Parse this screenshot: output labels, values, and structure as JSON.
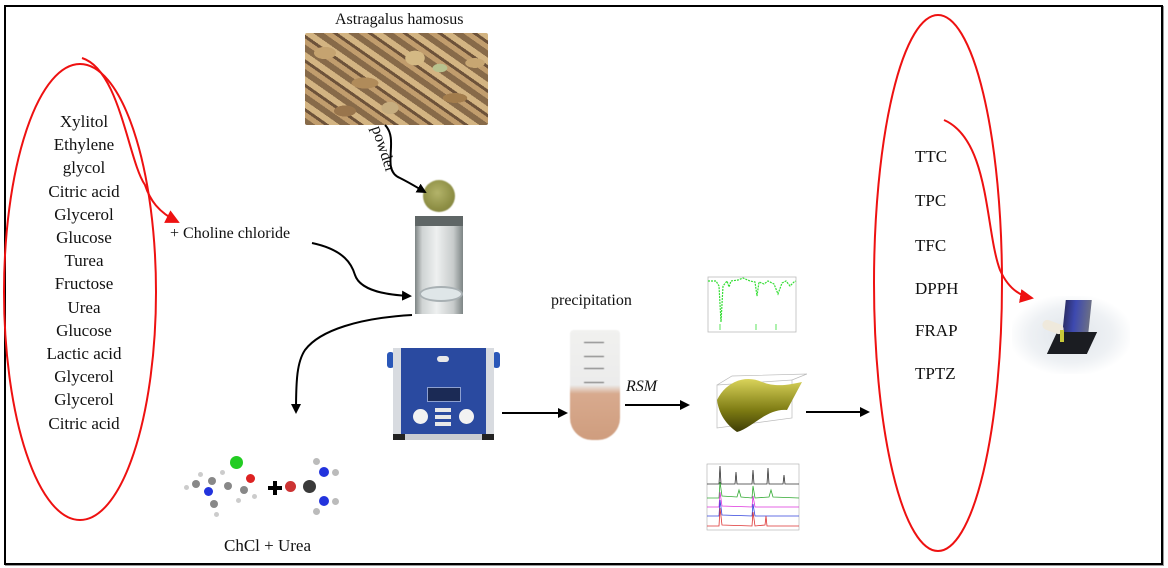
{
  "diagram": {
    "title": "Astragalus hamosus",
    "powder_label": "powder",
    "hbd_list": [
      "Xylitol",
      "Ethylene",
      "glycol",
      "Citric acid",
      "Glycerol",
      "Glucose",
      "Turea",
      "Fructose",
      "Urea",
      "Glucose",
      "Lactic acid",
      "Glycerol",
      "Glycerol",
      "Citric acid"
    ],
    "hba_label": "+ Choline chloride",
    "des_label": "ChCl + Urea",
    "precipitation_label": "precipitation",
    "rsm_label": "RSM",
    "assays": [
      "TTC",
      "TPC",
      "TFC",
      "DPPH",
      "FRAP",
      "TPTZ"
    ],
    "images": {
      "plant": "astragalus-hamosus-pods-photo",
      "powder": "plant-powder-photo",
      "vial": "solvent-vial-photo",
      "bath": "ultrasonic-bath-photo",
      "molecules": "choline-chloride-and-urea-ball-and-stick",
      "tube": "precipitate-tube-photo",
      "ir": "ftir-spectrum-thumbnail",
      "rsm": "response-surface-plot-thumbnail",
      "hplc": "hplc-chromatogram-thumbnail",
      "lab": "spectrophotometer-photo"
    },
    "colors": {
      "ellipse": "#ee1111",
      "arrow": "#000000",
      "ir_line": "#33dd33",
      "rsm_surface": "#a9a521",
      "bath_blue": "#2a4aa0",
      "chlorine": "#22cc22",
      "nitrogen": "#2233dd",
      "oxygen": "#dd2222",
      "carbon": "#555555",
      "hydrogen": "#cfcfcf"
    }
  }
}
